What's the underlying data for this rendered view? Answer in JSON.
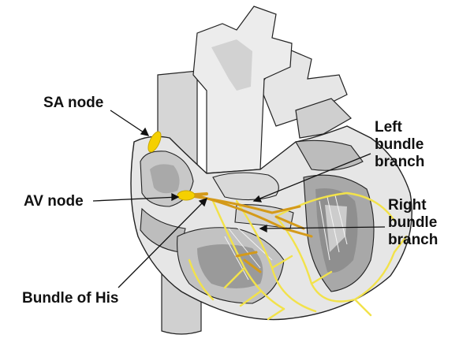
{
  "labels": {
    "sa_node": "SA node",
    "av_node": "AV node",
    "bundle_of_his": "Bundle of His",
    "left_bundle_branch": "Left\nbundle\nbranch",
    "right_bundle_branch": "Right\nbundle\nbranch"
  },
  "colors": {
    "outline": "#222222",
    "wall": "#e6e6e6",
    "chamber": "#c4c4c4",
    "dark_interior": "#8c8c8c",
    "conduction_yellow": "#f2e24a",
    "bundle_orange": "#d49a1a",
    "node_yellow": "#f5d000"
  }
}
